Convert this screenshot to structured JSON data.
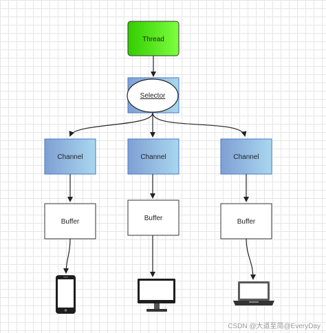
{
  "diagram": {
    "thread": {
      "label": "Thread"
    },
    "selector": {
      "label": "Selector"
    },
    "channels": [
      {
        "label": "Channel"
      },
      {
        "label": "Channel"
      },
      {
        "label": "Channel"
      }
    ],
    "buffers": [
      {
        "label": "Buffer"
      },
      {
        "label": "Buffer"
      },
      {
        "label": "Buffer"
      }
    ],
    "devices": [
      {
        "icon": "smartphone-icon"
      },
      {
        "icon": "desktop-monitor-icon"
      },
      {
        "icon": "laptop-icon"
      }
    ],
    "colors": {
      "thread_fill_start": "#33cc00",
      "thread_fill_end": "#7dff3f",
      "channel_fill_start": "#7f9fd3",
      "channel_fill_end": "#a9d7ef",
      "node_border": "#333333"
    }
  },
  "watermark": "CSDN @大道至简@EveryDay"
}
